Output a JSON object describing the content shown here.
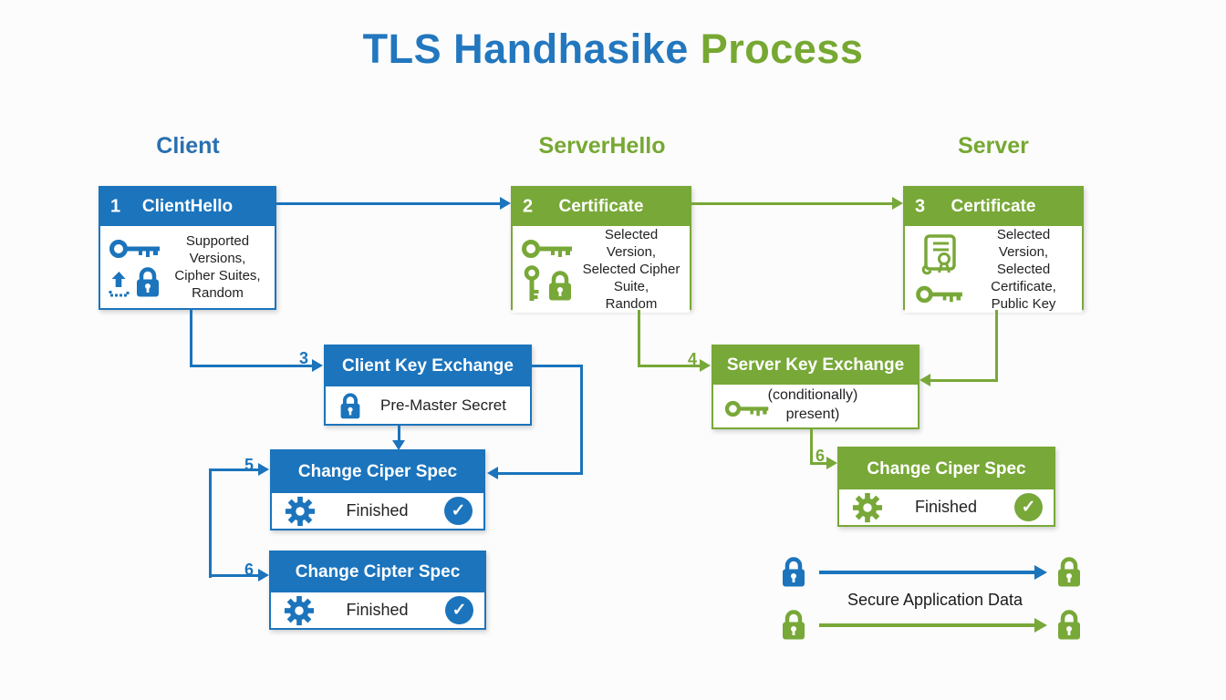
{
  "title": {
    "text_blue": "TLS Handhasike",
    "text_green": "Process"
  },
  "colors": {
    "blue": "#1b74bc",
    "green": "#78a838",
    "title_blue": "#2277be",
    "title_green": "#76a832"
  },
  "columns": {
    "client": "Client",
    "server_hello": "ServerHello",
    "server": "Server"
  },
  "boxes": {
    "client_hello": {
      "number": "1",
      "title": "ClientHello",
      "lines": [
        "Supported Versions,",
        "Cipher Suites,",
        "Random"
      ],
      "icons": [
        "key-icon",
        "upload-icon",
        "lock-icon"
      ]
    },
    "server_hello_certificate": {
      "number": "2",
      "title": "Certificate",
      "lines": [
        "Selected Version,",
        "Selected Cipher Suite,",
        "Random"
      ],
      "icons": [
        "key-icon",
        "key-vertical-icon",
        "lock-icon"
      ]
    },
    "server_certificate": {
      "number": "3",
      "title": "Certificate",
      "lines": [
        "Selected Version,",
        "Selected Certificate,",
        "Public Key"
      ],
      "icons": [
        "certificate-icon",
        "key-icon"
      ]
    },
    "client_key_exchange": {
      "step": "3",
      "title": "Client Key Exchange",
      "body": "Pre-Master Secret",
      "icons": [
        "lock-icon"
      ]
    },
    "server_key_exchange": {
      "step": "4",
      "title": "Server Key Exchange",
      "lines": [
        "(conditionally)",
        "present)"
      ],
      "icons": [
        "key-icon"
      ]
    },
    "change_cipher_spec_client_1": {
      "step": "5",
      "title": "Change Ciper Spec",
      "body": "Finished",
      "icons": [
        "gear-icon",
        "check-icon"
      ]
    },
    "change_cipher_spec_client_2": {
      "step": "6",
      "title": "Change Cipter Spec",
      "body": "Finished",
      "icons": [
        "gear-icon",
        "check-icon"
      ]
    },
    "change_cipher_spec_server": {
      "step": "6",
      "title": "Change Ciper Spec",
      "body": "Finished",
      "icons": [
        "gear-icon",
        "check-icon"
      ]
    }
  },
  "secure_data": {
    "label": "Secure Application Data"
  },
  "check_glyph": "✓"
}
